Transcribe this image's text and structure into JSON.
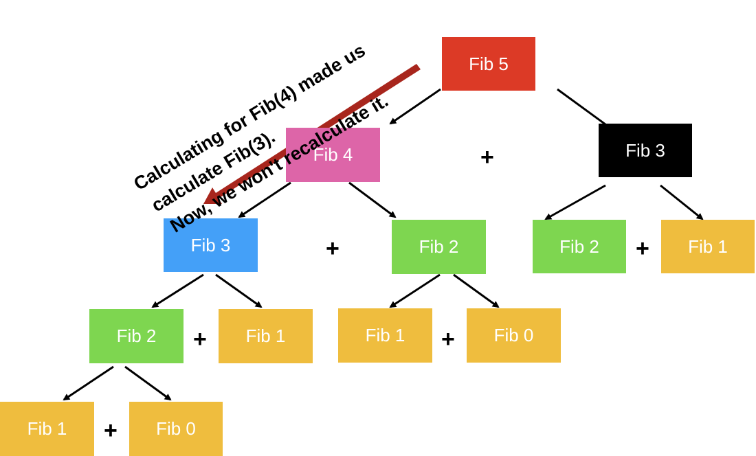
{
  "colors": {
    "red": "#dc3a26",
    "pink": "#dd65a8",
    "black": "#000000",
    "blue": "#44a0f8",
    "green": "#7ed650",
    "yellow": "#efbd3e",
    "highlight_arrow": "#a8261d",
    "edge": "#000000"
  },
  "nodes": {
    "fib5": {
      "label": "Fib 5",
      "color": "red"
    },
    "fib4": {
      "label": "Fib 4",
      "color": "pink"
    },
    "fib3_top": {
      "label": "Fib 3",
      "color": "black"
    },
    "fib3_left": {
      "label": "Fib 3",
      "color": "blue"
    },
    "fib2_mid": {
      "label": "Fib 2",
      "color": "green"
    },
    "fib2_right": {
      "label": "Fib 2",
      "color": "green"
    },
    "fib1_right": {
      "label": "Fib 1",
      "color": "yellow"
    },
    "fib2_low": {
      "label": "Fib 2",
      "color": "green"
    },
    "fib1_low": {
      "label": "Fib 1",
      "color": "yellow"
    },
    "fib1_mid_low": {
      "label": "Fib 1",
      "color": "yellow"
    },
    "fib0_mid_low": {
      "label": "Fib 0",
      "color": "yellow"
    },
    "fib1_bottom": {
      "label": "Fib 1",
      "color": "yellow"
    },
    "fib0_bottom": {
      "label": "Fib 0",
      "color": "yellow"
    }
  },
  "plus_sign": "+",
  "annotation": {
    "line1": "Calculating for Fib(4) made us",
    "line2": "calculate Fib(3).",
    "line3": "Now, we won't recalculate it."
  }
}
